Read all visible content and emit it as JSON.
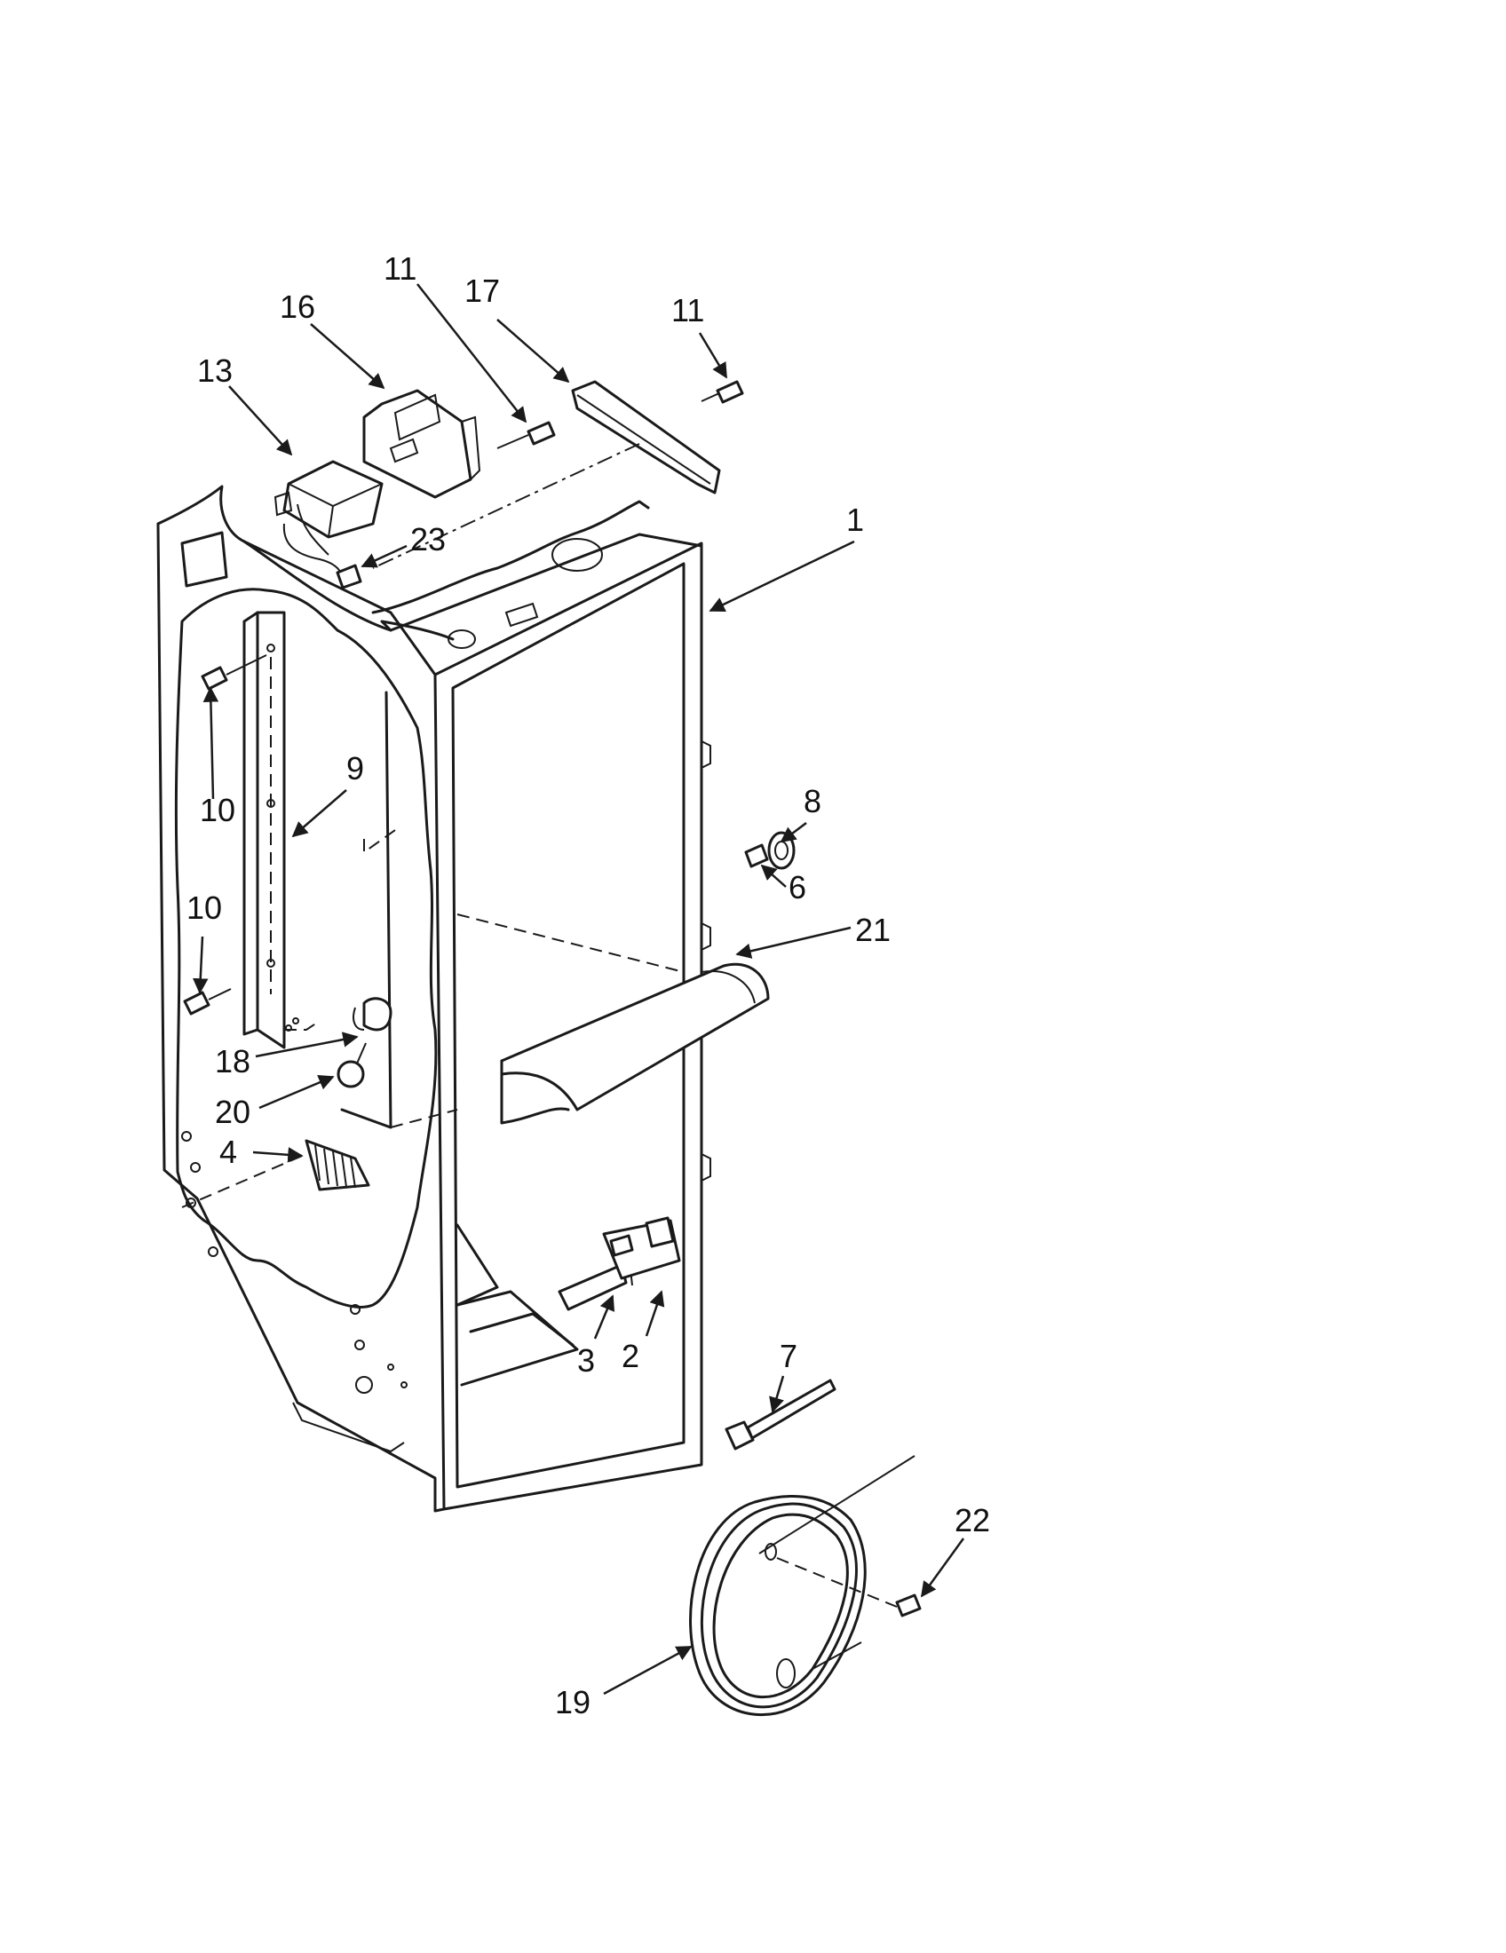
{
  "diagram": {
    "callouts": [
      {
        "id": "c1",
        "label": "1"
      },
      {
        "id": "c2",
        "label": "2"
      },
      {
        "id": "c3",
        "label": "3"
      },
      {
        "id": "c4",
        "label": "4"
      },
      {
        "id": "c6",
        "label": "6"
      },
      {
        "id": "c7",
        "label": "7"
      },
      {
        "id": "c8",
        "label": "8"
      },
      {
        "id": "c9",
        "label": "9"
      },
      {
        "id": "c10a",
        "label": "10"
      },
      {
        "id": "c10b",
        "label": "10"
      },
      {
        "id": "c11a",
        "label": "11"
      },
      {
        "id": "c11b",
        "label": "11"
      },
      {
        "id": "c13",
        "label": "13"
      },
      {
        "id": "c16",
        "label": "16"
      },
      {
        "id": "c17",
        "label": "17"
      },
      {
        "id": "c18",
        "label": "18"
      },
      {
        "id": "c19",
        "label": "19"
      },
      {
        "id": "c20",
        "label": "20"
      },
      {
        "id": "c21",
        "label": "21"
      },
      {
        "id": "c22",
        "label": "22"
      },
      {
        "id": "c23",
        "label": "23"
      }
    ]
  }
}
